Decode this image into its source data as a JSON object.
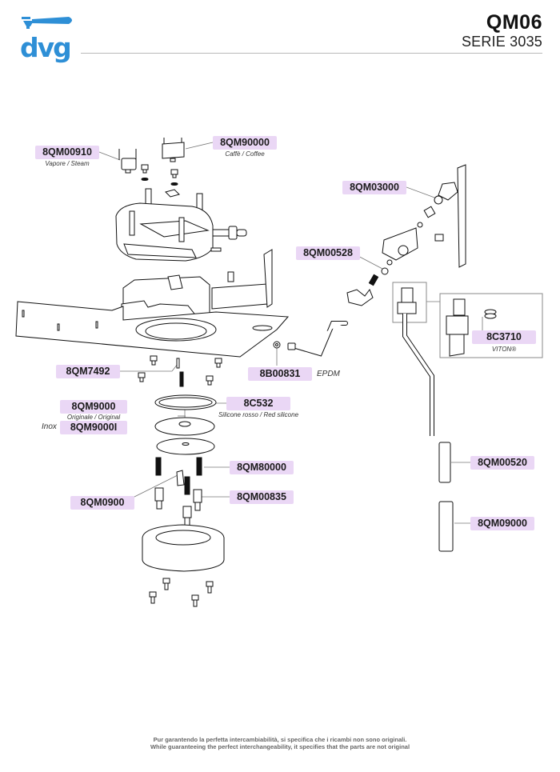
{
  "brand": {
    "logo_text": "dvg",
    "logo_color": "#2e8fd6",
    "logo_icon": "portafilter-icon"
  },
  "header": {
    "model": "QM06",
    "series": "SERIE 3035"
  },
  "parts": [
    {
      "code": "8QM00910",
      "caption": "Vapore / Steam"
    },
    {
      "code": "8QM90000",
      "caption": "Caffè / Coffee"
    },
    {
      "code": "8QM03000"
    },
    {
      "code": "8QM00528"
    },
    {
      "code": "8C3710",
      "caption": "VITON®"
    },
    {
      "code": "8QM7492"
    },
    {
      "code": "8B00831",
      "side_note": "EPDM"
    },
    {
      "code": "8QM9000",
      "caption": "Originale / Original"
    },
    {
      "code": "8QM9000I",
      "side_note": "Inox"
    },
    {
      "code": "8C532",
      "caption": "Silicone rosso / Red silicone"
    },
    {
      "code": "8QM80000"
    },
    {
      "code": "8QM0900"
    },
    {
      "code": "8QM00835"
    },
    {
      "code": "8QM00520"
    },
    {
      "code": "8QM09000"
    }
  ],
  "colors": {
    "label_bg": "#ead7f5",
    "leader": "#777777",
    "line_art": "#111111"
  },
  "footer": {
    "line1": "Pur garantendo la perfetta intercambiabilità, si specifica che i ricambi non sono originali.",
    "line2": "While guaranteeing the perfect interchangeability, it specifies that the parts are not original"
  }
}
